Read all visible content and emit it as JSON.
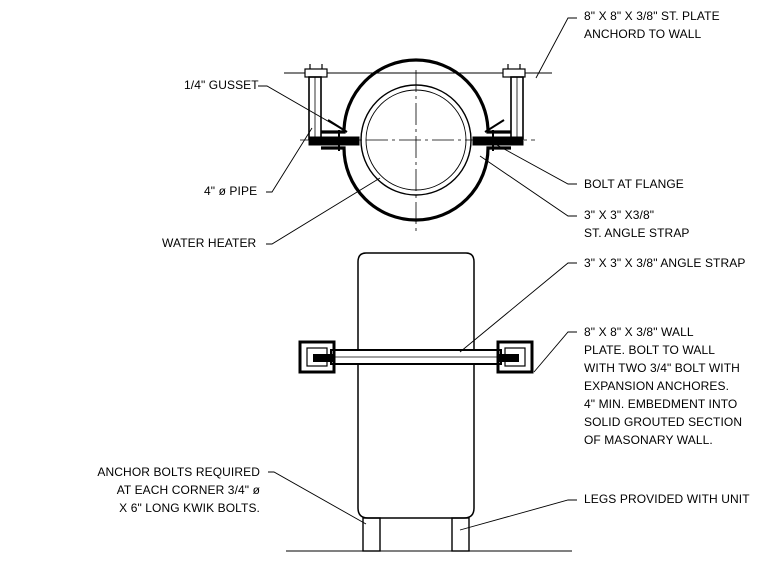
{
  "labels": {
    "plate_anchor": "8\" X 8\" X 3/8\" ST. PLATE\nANCHORD TO WALL",
    "gusset": "1/4\" GUSSET",
    "bolt_flange": "BOLT AT FLANGE",
    "pipe": "4\" ø PIPE",
    "angle_strap_top": "3\" X 3\" X3/8\"\nST. ANGLE STRAP",
    "water_heater": "WATER HEATER",
    "angle_strap": "3\" X 3\" X 3/8\" ANGLE STRAP",
    "wall_plate": "8\" X 8\" X 3/8\" WALL\nPLATE. BOLT TO WALL\nWITH TWO 3/4\" BOLT WITH\nEXPANSION ANCHORES.\n4\" MIN. EMBEDMENT INTO\nSOLID GROUTED SECTION\nOF MASONARY WALL.",
    "anchor_bolts": "ANCHOR BOLTS REQUIRED\nAT EACH CORNER 3/4\" ø\nX 6\" LONG KWIK BOLTS.",
    "legs": "LEGS PROVIDED WITH UNIT"
  }
}
